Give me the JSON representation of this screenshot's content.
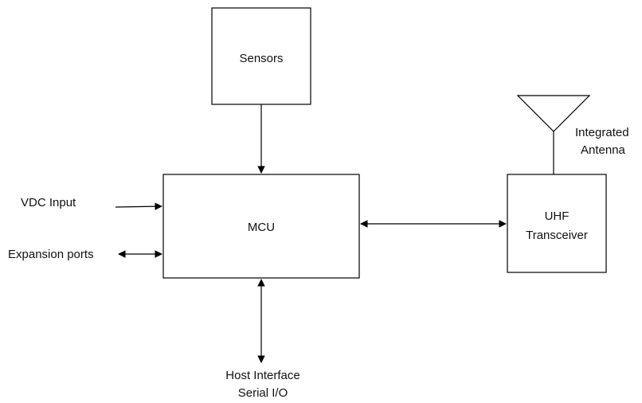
{
  "blocks": {
    "sensors": "Sensors",
    "mcu": "MCU",
    "uhf_line1": "UHF",
    "uhf_line2": "Transceiver"
  },
  "labels": {
    "antenna_line1": "Integrated",
    "antenna_line2": "Antenna",
    "vdc_input": "VDC Input",
    "expansion_ports": "Expansion ports",
    "host_line1": "Host Interface",
    "host_line2": "Serial I/O"
  },
  "icons": {
    "antenna": "antenna-triangle-icon"
  },
  "colors": {
    "stroke": "#000000",
    "background": "#ffffff",
    "text": "#111111"
  }
}
